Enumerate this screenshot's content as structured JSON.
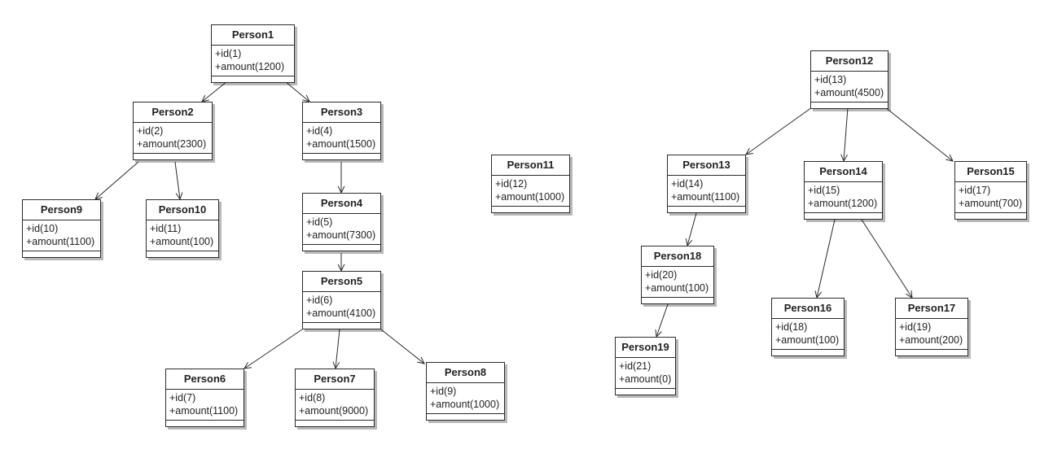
{
  "diagram": {
    "classes": [
      {
        "id": "p1",
        "name": "Person1",
        "attributes": [
          "+id(1)",
          "+amount(1200)"
        ]
      },
      {
        "id": "p2",
        "name": "Person2",
        "attributes": [
          "+id(2)",
          "+amount(2300)"
        ]
      },
      {
        "id": "p3",
        "name": "Person3",
        "attributes": [
          "+id(4)",
          "+amount(1500)"
        ]
      },
      {
        "id": "p4",
        "name": "Person4",
        "attributes": [
          "+id(5)",
          "+amount(7300)"
        ]
      },
      {
        "id": "p5",
        "name": "Person5",
        "attributes": [
          "+id(6)",
          "+amount(4100)"
        ]
      },
      {
        "id": "p6",
        "name": "Person6",
        "attributes": [
          "+id(7)",
          "+amount(1100)"
        ]
      },
      {
        "id": "p7",
        "name": "Person7",
        "attributes": [
          "+id(8)",
          "+amount(9000)"
        ]
      },
      {
        "id": "p8",
        "name": "Person8",
        "attributes": [
          "+id(9)",
          "+amount(1000)"
        ]
      },
      {
        "id": "p9",
        "name": "Person9",
        "attributes": [
          "+id(10)",
          "+amount(1100)"
        ]
      },
      {
        "id": "p10",
        "name": "Person10",
        "attributes": [
          "+id(11)",
          "+amount(100)"
        ]
      },
      {
        "id": "p11",
        "name": "Person11",
        "attributes": [
          "+id(12)",
          "+amount(1000)"
        ]
      },
      {
        "id": "p12",
        "name": "Person12",
        "attributes": [
          "+id(13)",
          "+amount(4500)"
        ]
      },
      {
        "id": "p13",
        "name": "Person13",
        "attributes": [
          "+id(14)",
          "+amount(1100)"
        ]
      },
      {
        "id": "p14",
        "name": "Person14",
        "attributes": [
          "+id(15)",
          "+amount(1200)"
        ]
      },
      {
        "id": "p15",
        "name": "Person15",
        "attributes": [
          "+id(17)",
          "+amount(700)"
        ]
      },
      {
        "id": "p16",
        "name": "Person16",
        "attributes": [
          "+id(18)",
          "+amount(100)"
        ]
      },
      {
        "id": "p17",
        "name": "Person17",
        "attributes": [
          "+id(19)",
          "+amount(200)"
        ]
      },
      {
        "id": "p18",
        "name": "Person18",
        "attributes": [
          "+id(20)",
          "+amount(100)"
        ]
      },
      {
        "id": "p19",
        "name": "Person19",
        "attributes": [
          "+id(21)",
          "+amount(0)"
        ]
      }
    ],
    "edges": [
      {
        "from": "p1",
        "to": "p2"
      },
      {
        "from": "p1",
        "to": "p3"
      },
      {
        "from": "p2",
        "to": "p9"
      },
      {
        "from": "p2",
        "to": "p10"
      },
      {
        "from": "p3",
        "to": "p4"
      },
      {
        "from": "p4",
        "to": "p5"
      },
      {
        "from": "p5",
        "to": "p6"
      },
      {
        "from": "p5",
        "to": "p7"
      },
      {
        "from": "p5",
        "to": "p8"
      },
      {
        "from": "p12",
        "to": "p13"
      },
      {
        "from": "p12",
        "to": "p14"
      },
      {
        "from": "p12",
        "to": "p15"
      },
      {
        "from": "p13",
        "to": "p18"
      },
      {
        "from": "p18",
        "to": "p19"
      },
      {
        "from": "p14",
        "to": "p16"
      },
      {
        "from": "p14",
        "to": "p17"
      }
    ],
    "colors": {
      "stroke": "#2b2b2b",
      "background": "#ffffff"
    }
  }
}
